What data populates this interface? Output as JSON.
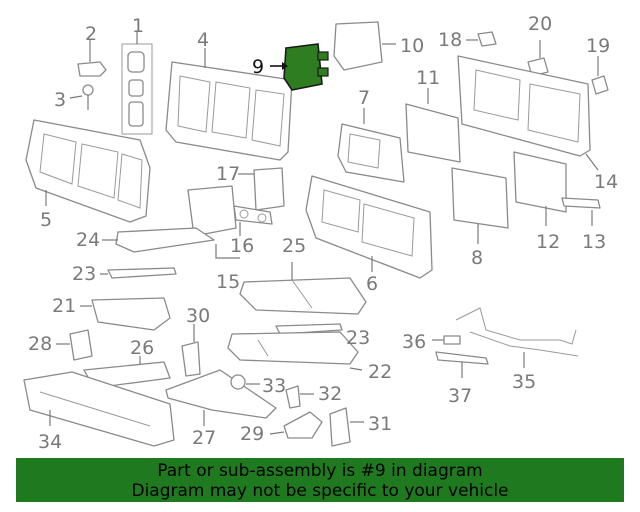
{
  "callouts": {
    "p1": "1",
    "p2": "2",
    "p3": "3",
    "p4": "4",
    "p5": "5",
    "p6": "6",
    "p7": "7",
    "p8": "8",
    "p9": "9",
    "p10": "10",
    "p11": "11",
    "p12": "12",
    "p13": "13",
    "p14": "14",
    "p15": "15",
    "p16": "16",
    "p17": "17",
    "p18": "18",
    "p19": "19",
    "p20": "20",
    "p21": "21",
    "p22": "22",
    "p23a": "23",
    "p23b": "23",
    "p24": "24",
    "p25": "25",
    "p26": "26",
    "p27": "27",
    "p28": "28",
    "p29": "29",
    "p30": "30",
    "p31": "31",
    "p32": "32",
    "p33": "33",
    "p34": "34",
    "p35": "35",
    "p36": "36",
    "p37": "37"
  },
  "highlight": {
    "part": "9",
    "color": "#2e7d20"
  },
  "banner": {
    "line1": "Part or sub-assembly is #9 in diagram",
    "line2": "Diagram may not be specific to your vehicle",
    "background": "#1f7a1f"
  }
}
